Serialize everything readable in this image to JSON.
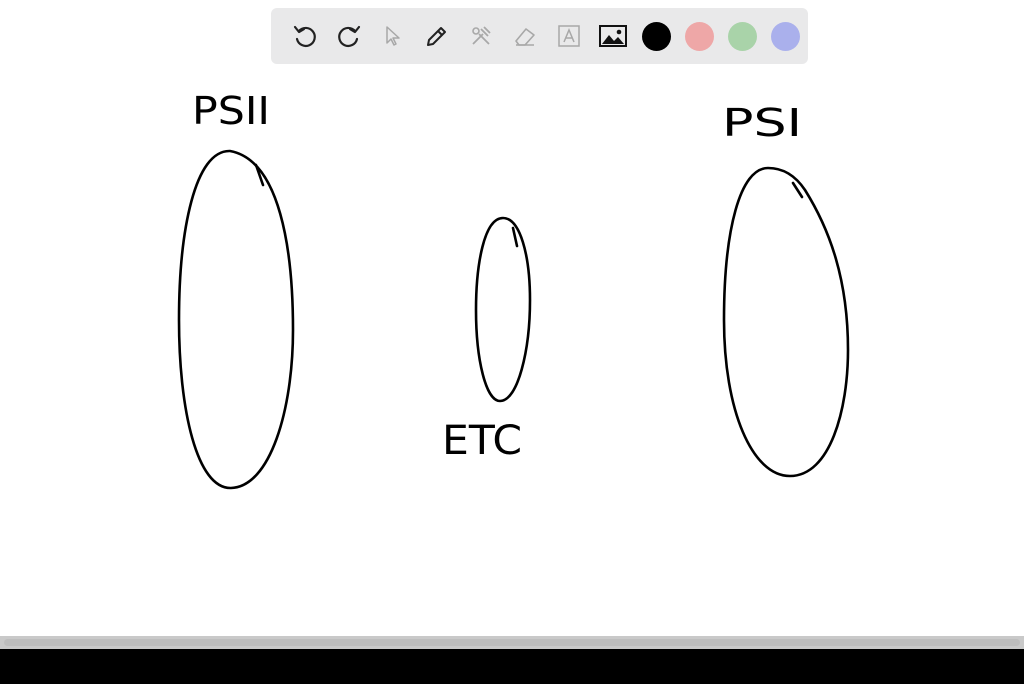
{
  "toolbar": {
    "tools": [
      {
        "name": "undo-icon",
        "enabled": true
      },
      {
        "name": "redo-icon",
        "enabled": true
      },
      {
        "name": "select-pointer-icon",
        "enabled": false
      },
      {
        "name": "pen-icon",
        "enabled": true
      },
      {
        "name": "tools-icon",
        "enabled": false
      },
      {
        "name": "eraser-icon",
        "enabled": false
      },
      {
        "name": "text-box-icon",
        "enabled": false
      },
      {
        "name": "image-icon",
        "enabled": true
      }
    ],
    "colors": [
      "#000000",
      "#eea7a7",
      "#a9d3a9",
      "#aab0ec"
    ],
    "selected_color": "#000000"
  },
  "canvas": {
    "labels": {
      "psii": "PSII",
      "etc": "ETC",
      "psi": "PSI"
    }
  }
}
